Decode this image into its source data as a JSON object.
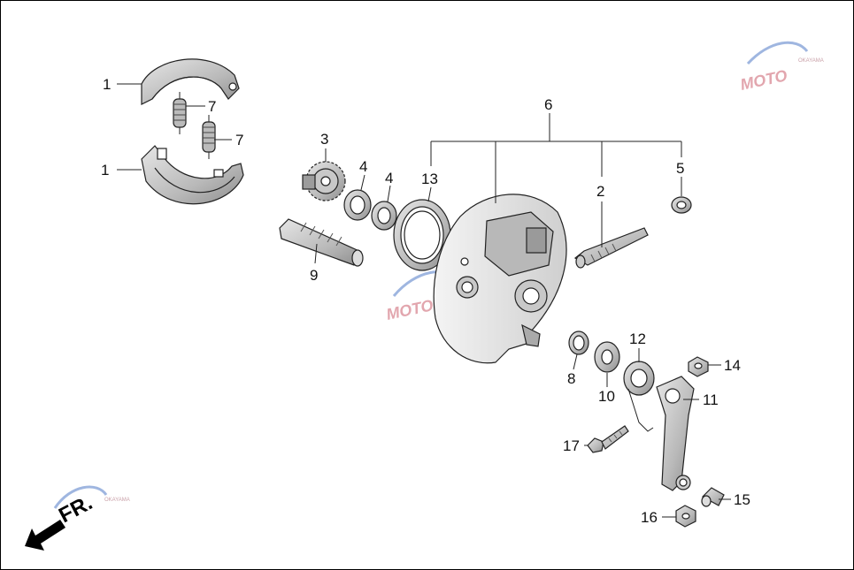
{
  "diagram": {
    "callouts": [
      {
        "id": "c1a",
        "text": "1"
      },
      {
        "id": "c1b",
        "text": "1"
      },
      {
        "id": "c7a",
        "text": "7"
      },
      {
        "id": "c7b",
        "text": "7"
      },
      {
        "id": "c3",
        "text": "3"
      },
      {
        "id": "c4a",
        "text": "4"
      },
      {
        "id": "c4b",
        "text": "4"
      },
      {
        "id": "c13",
        "text": "13"
      },
      {
        "id": "c6",
        "text": "6"
      },
      {
        "id": "c2",
        "text": "2"
      },
      {
        "id": "c5",
        "text": "5"
      },
      {
        "id": "c9",
        "text": "9"
      },
      {
        "id": "c8",
        "text": "8"
      },
      {
        "id": "c10",
        "text": "10"
      },
      {
        "id": "c12",
        "text": "12"
      },
      {
        "id": "c14",
        "text": "14"
      },
      {
        "id": "c11",
        "text": "11"
      },
      {
        "id": "c17",
        "text": "17"
      },
      {
        "id": "c15",
        "text": "15"
      },
      {
        "id": "c16",
        "text": "16"
      }
    ],
    "direction_label": "FR."
  },
  "watermark": {
    "text": "MOTO",
    "subtext": "OKAYAMA"
  },
  "colors": {
    "line": "#222222",
    "part_fill": "#c8c8c8",
    "part_dark": "#8a8a8a",
    "watermark": "#e2a6ae",
    "watermark_blue": "#9fb6e0"
  }
}
